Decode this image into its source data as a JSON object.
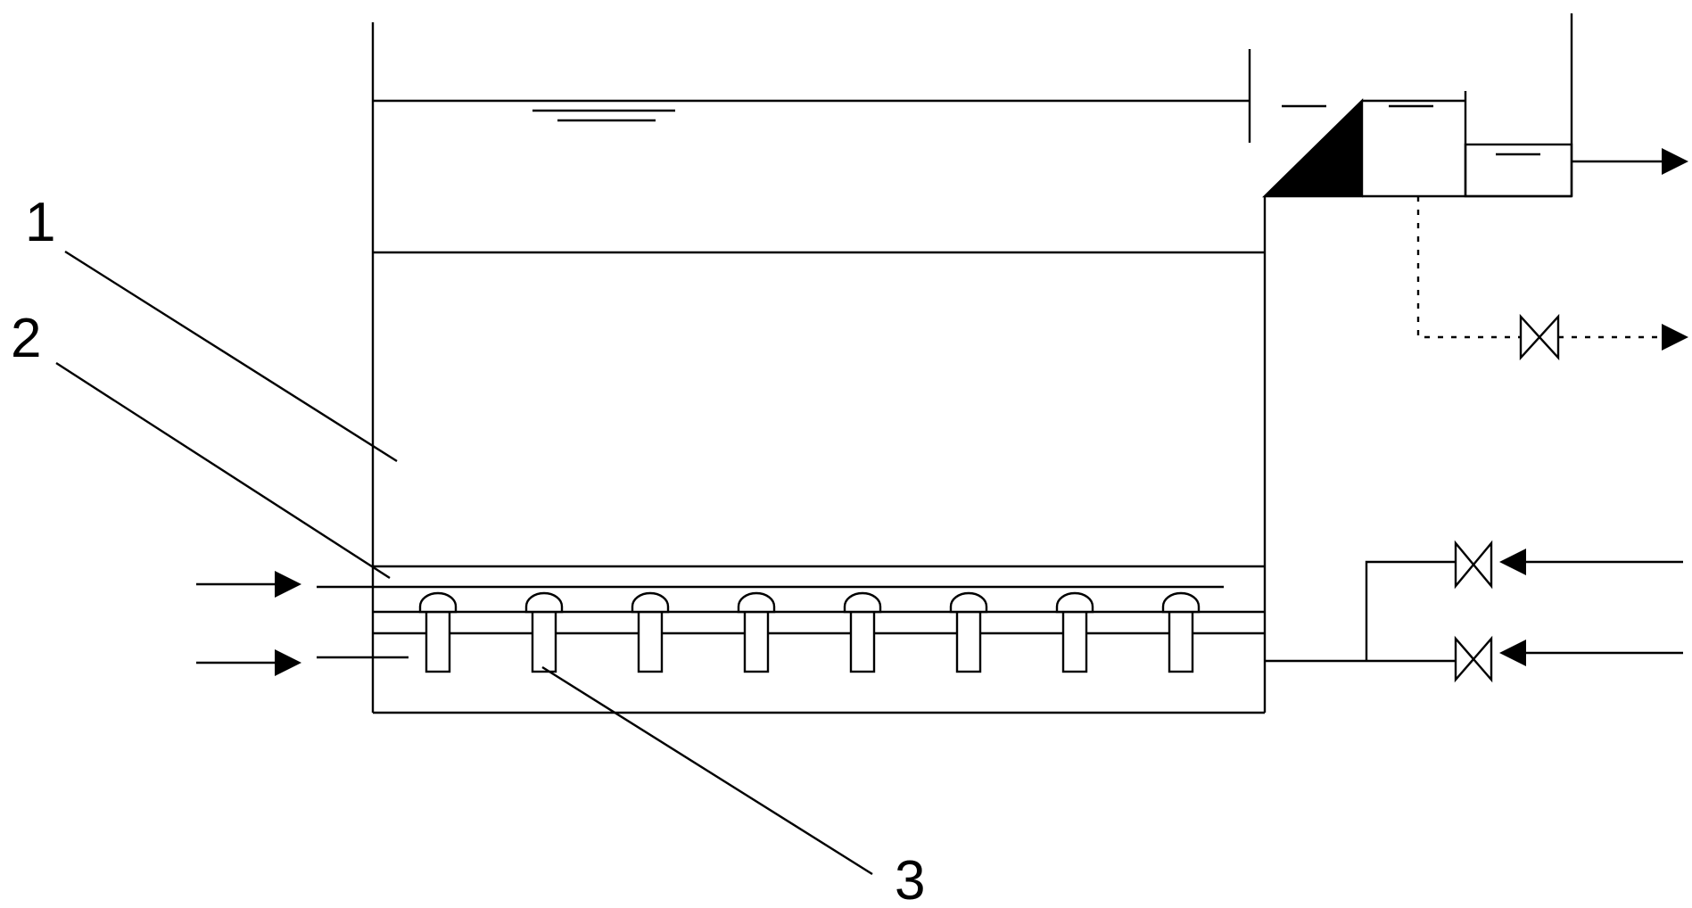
{
  "callouts": {
    "filter_media": "1",
    "support_plate": "2",
    "filter_nozzle": "3"
  },
  "colors": {
    "line": "#000000",
    "background": "#ffffff"
  },
  "nozzle_count": 8
}
